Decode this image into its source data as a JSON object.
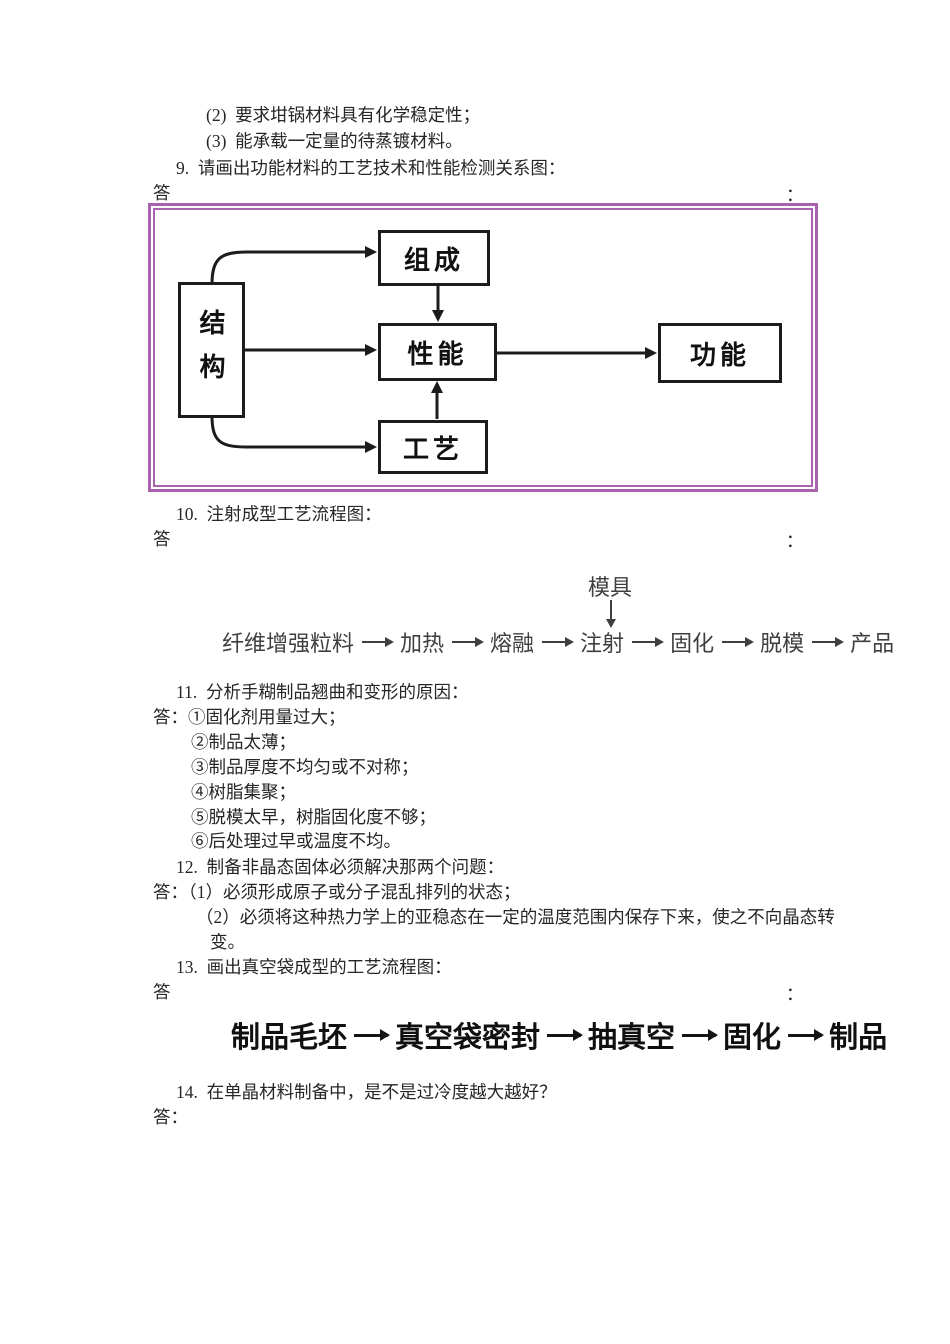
{
  "document": {
    "pre_items": [
      {
        "text": "(2)  要求坩锅材料具有化学稳定性；"
      },
      {
        "text": "(3)  能承载一定量的待蒸镀材料。"
      }
    ],
    "q9": {
      "heading": "9.  请画出功能材料的工艺技术和性能检测关系图：",
      "answer_label": "答",
      "answer_colon": "："
    },
    "q10": {
      "heading": "10.  注射成型工艺流程图：",
      "answer_label": "答",
      "answer_colon": "："
    },
    "q11": {
      "heading": "11.  分析手糊制品翘曲和变形的原因：",
      "answer_first": "答：①固化剂用量过大；",
      "answer_rest": [
        "②制品太薄；",
        "③制品厚度不均匀或不对称；",
        "④树脂集聚；",
        "⑤脱模太早，树脂固化度不够；",
        "⑥后处理过早或温度不均。"
      ]
    },
    "q12": {
      "heading": "12.  制备非晶态固体必须解决那两个问题：",
      "answer_first": "答：（1）必须形成原子或分子混乱排列的状态；",
      "answer_line2": "（2）必须将这种热力学上的亚稳态在一定的温度范围内保存下来，使之不向晶态转",
      "answer_line3": "变。"
    },
    "q13": {
      "heading": "13.  画出真空袋成型的工艺流程图：",
      "answer_label": "答",
      "answer_colon": "："
    },
    "q14": {
      "heading": "14.  在单晶材料制备中，是不是过冷度越大越好？",
      "answer_label": "答："
    }
  },
  "diagram9": {
    "border_color": "#a763ae",
    "boxes": {
      "structure": "结构",
      "composition": "组成",
      "property": "性能",
      "process": "工艺",
      "function": "功能"
    }
  },
  "flow10": {
    "mold_label": "模具",
    "steps": [
      "纤维增强粒料",
      "加热",
      "熔融",
      "注射",
      "固化",
      "脱模",
      "产品"
    ]
  },
  "flow13": {
    "steps": [
      "制品毛坯",
      "真空袋密封",
      "抽真空",
      "固化",
      "制品"
    ]
  }
}
